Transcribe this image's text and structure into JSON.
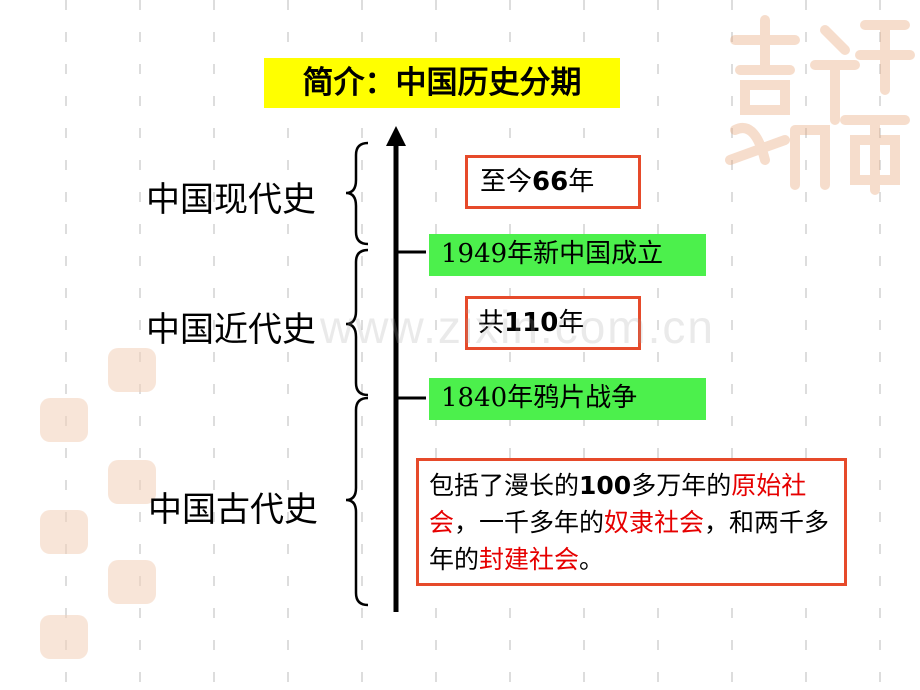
{
  "slide": {
    "title": "简介：中国历史分期",
    "watermark": "www.zixin.com.cn",
    "colors": {
      "title_bg": "#ffff00",
      "event_bg": "#4cf04c",
      "frame_border": "#e64a2a",
      "highlight_text": "#e60000"
    }
  },
  "periods": {
    "modern": "中国现代史",
    "early_modern": "中国近代史",
    "ancient": "中国古代史"
  },
  "events": {
    "e1949": "1949年新中国成立",
    "e1840": "1840年鸦片战争"
  },
  "spans": {
    "modern": {
      "prefix": "至今",
      "number": "66",
      "suffix": "年"
    },
    "early_modern": {
      "prefix": "共",
      "number": "110",
      "suffix": "年"
    }
  },
  "ancient_desc": {
    "p1": "包括了漫长的",
    "p1_num": "100",
    "p2": "多万年的",
    "h1": "原始社会",
    "p3": "，一千多年的",
    "h2": "奴隶社会",
    "p4": "，和两千多年的",
    "h3": "封建社会",
    "p5": "。"
  },
  "icons": {
    "timeline_arrow": "arrow-up-icon",
    "brace": "curly-brace-icon",
    "seal": "seal-stamp-icon"
  }
}
